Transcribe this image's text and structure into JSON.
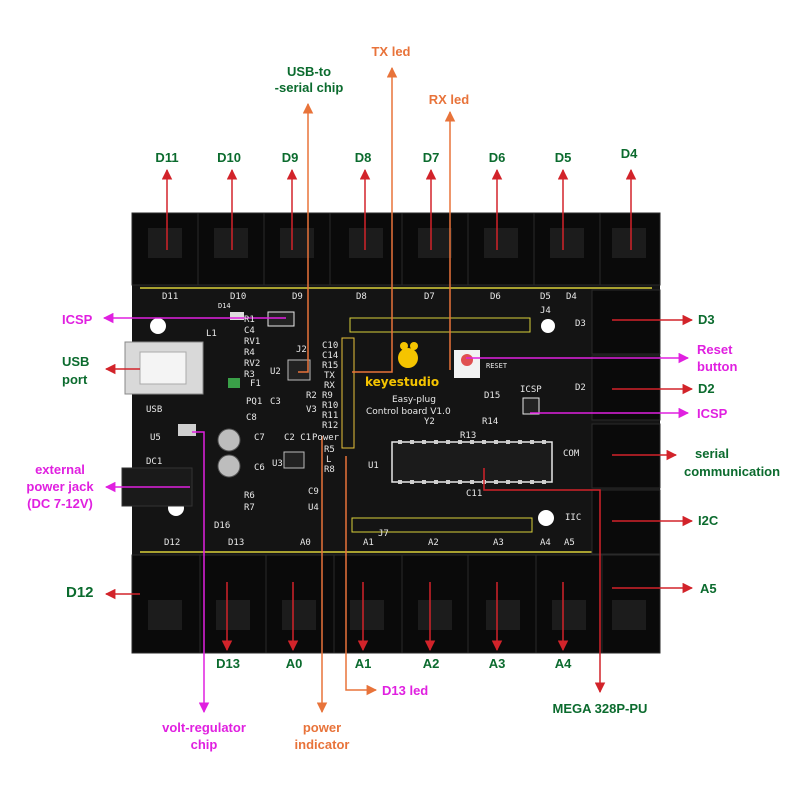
{
  "board": {
    "brand": "keyestudio",
    "title_line1": "Easy-plug",
    "title_line2": "Control board V1.0",
    "silk": {
      "top_ports": [
        "D11",
        "D10",
        "D9",
        "D8",
        "D7",
        "D6",
        "D5",
        "D4"
      ],
      "right_ports": [
        "D3",
        "D2",
        "COM",
        "IIC"
      ],
      "bottom_ports": [
        "D12",
        "D13",
        "A0",
        "A1",
        "A2",
        "A3",
        "A4",
        "A5"
      ],
      "usb": "USB",
      "u5": "U5",
      "dc1": "DC1",
      "u1": "U1",
      "icsp": "ICSP",
      "reset": "RESET",
      "power": "Power",
      "tx": "TX",
      "rx": "RX",
      "j4": "J4",
      "j7": "J7",
      "comps_left": [
        "R1",
        "C4",
        "RV1",
        "R4",
        "RV2",
        "R3"
      ],
      "comps_mid": [
        "C10",
        "C14",
        "R15",
        "TX",
        "RX",
        "R9",
        "R10",
        "R11",
        "R12",
        "Power",
        "R5",
        "L",
        "R8"
      ],
      "d15": "D15",
      "r14": "R14",
      "r13": "R13",
      "y2": "Y2",
      "c11": "C11",
      "f1": "F1",
      "pq1": "PQ1",
      "c8": "C8",
      "u2": "U2",
      "c3": "C3",
      "r2": "R2",
      "v3": "V3",
      "c2c1": "C2  C1",
      "c7": "C7",
      "c6": "C6",
      "u3": "U3",
      "c9": "C9",
      "u4": "U4",
      "r6": "R6",
      "r7": "R7",
      "d16": "D16",
      "d14": "D14",
      "l1": "L1",
      "j2": "J2"
    }
  },
  "annotations": {
    "top": {
      "d11": "D11",
      "d10": "D10",
      "d9": "D9",
      "d8": "D8",
      "d7": "D7",
      "d6": "D6",
      "d5": "D5",
      "d4": "D4"
    },
    "right": {
      "d3": "D3",
      "reset_1": "Reset",
      "reset_2": "button",
      "d2": "D2",
      "icsp": "ICSP",
      "serial_1": "serial",
      "serial_2": "communication",
      "i2c": "I2C",
      "a5": "A5"
    },
    "bottom": {
      "d13": "D13",
      "a0": "A0",
      "a1": "A1",
      "a2": "A2",
      "a3": "A3",
      "a4": "A4",
      "d13_led": "D13 led",
      "mega": "MEGA 328P-PU",
      "volt_1": "volt-regulator",
      "volt_2": "chip",
      "power_1": "power",
      "power_2": "indicator"
    },
    "left": {
      "icsp": "ICSP",
      "usb_1": "USB",
      "usb_2": "port",
      "ext_1": "external",
      "ext_2": "power jack",
      "ext_3": "(DC 7-12V)",
      "d12": "D12"
    },
    "upper": {
      "tx_led": "TX led",
      "rx_led": "RX led",
      "usb_serial_1": "USB-to",
      "usb_serial_2": "-serial chip"
    }
  },
  "colors": {
    "green_label": "#0b6b2e",
    "magenta_label": "#e020e0",
    "orange_label": "#e8733a",
    "red_arrow": "#d2232a",
    "board": "#121212",
    "connector": "#0a0a0a",
    "silkscreen": "#e8e8e8",
    "yellow_outline": "#d9d03a"
  }
}
